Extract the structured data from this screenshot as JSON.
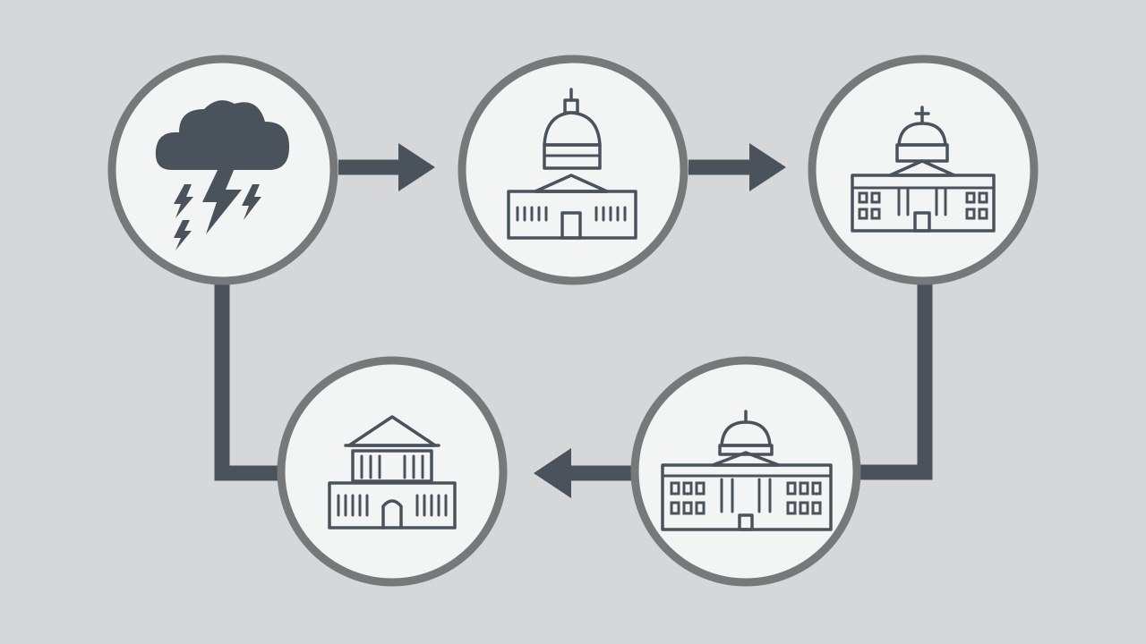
{
  "diagram": {
    "background": "#d6d7d8",
    "node_fill": "#f3f4f4",
    "node_border": "#77787a",
    "icon_color": "#4a535c",
    "connector_color": "#4a535c",
    "nodes": [
      {
        "id": "storm",
        "icon": "storm-cloud-icon"
      },
      {
        "id": "capitol-domed",
        "icon": "domed-capitol-icon"
      },
      {
        "id": "capitol-cross",
        "icon": "capitol-with-cross-icon"
      },
      {
        "id": "government-wide",
        "icon": "wide-government-building-icon"
      },
      {
        "id": "courthouse",
        "icon": "columned-courthouse-icon"
      }
    ],
    "flow": [
      [
        "storm",
        "capitol-domed"
      ],
      [
        "capitol-domed",
        "capitol-cross"
      ],
      [
        "capitol-cross",
        "government-wide"
      ],
      [
        "government-wide",
        "courthouse"
      ],
      [
        "storm",
        "courthouse"
      ]
    ]
  }
}
